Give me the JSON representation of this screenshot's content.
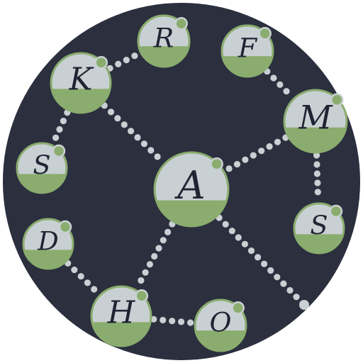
{
  "colors": {
    "board": "#2b2f3e",
    "rim": "#ffffff",
    "dot": "#c9d0d3",
    "node_top": "#c9d0d3",
    "node_fill": "#8aac6e",
    "node_ring": "#8aac6e",
    "badge": "#8aac6e",
    "badge_ring": "#c9d0d3"
  },
  "nodes": [
    {
      "id": "A",
      "label": "A",
      "fill_fraction": 0.35
    },
    {
      "id": "R",
      "label": "R",
      "fill_fraction": 0.4
    },
    {
      "id": "K",
      "label": "K",
      "fill_fraction": 0.4
    },
    {
      "id": "F",
      "label": "F",
      "fill_fraction": 0.4
    },
    {
      "id": "M",
      "label": "M",
      "fill_fraction": 0.4
    },
    {
      "id": "S1",
      "label": "S",
      "fill_fraction": 0.38
    },
    {
      "id": "S2",
      "label": "S",
      "fill_fraction": 0.38
    },
    {
      "id": "D",
      "label": "D",
      "fill_fraction": 0.38
    },
    {
      "id": "H",
      "label": "H",
      "fill_fraction": 0.4
    },
    {
      "id": "O",
      "label": "O",
      "fill_fraction": 0.4
    }
  ],
  "edges": [
    [
      "K",
      "R"
    ],
    [
      "K",
      "S1"
    ],
    [
      "K",
      "A"
    ],
    [
      "F",
      "M"
    ],
    [
      "M",
      "A"
    ],
    [
      "M",
      "S2"
    ],
    [
      "A",
      "H"
    ],
    [
      "A",
      "exit"
    ],
    [
      "D",
      "H"
    ],
    [
      "H",
      "O"
    ]
  ]
}
